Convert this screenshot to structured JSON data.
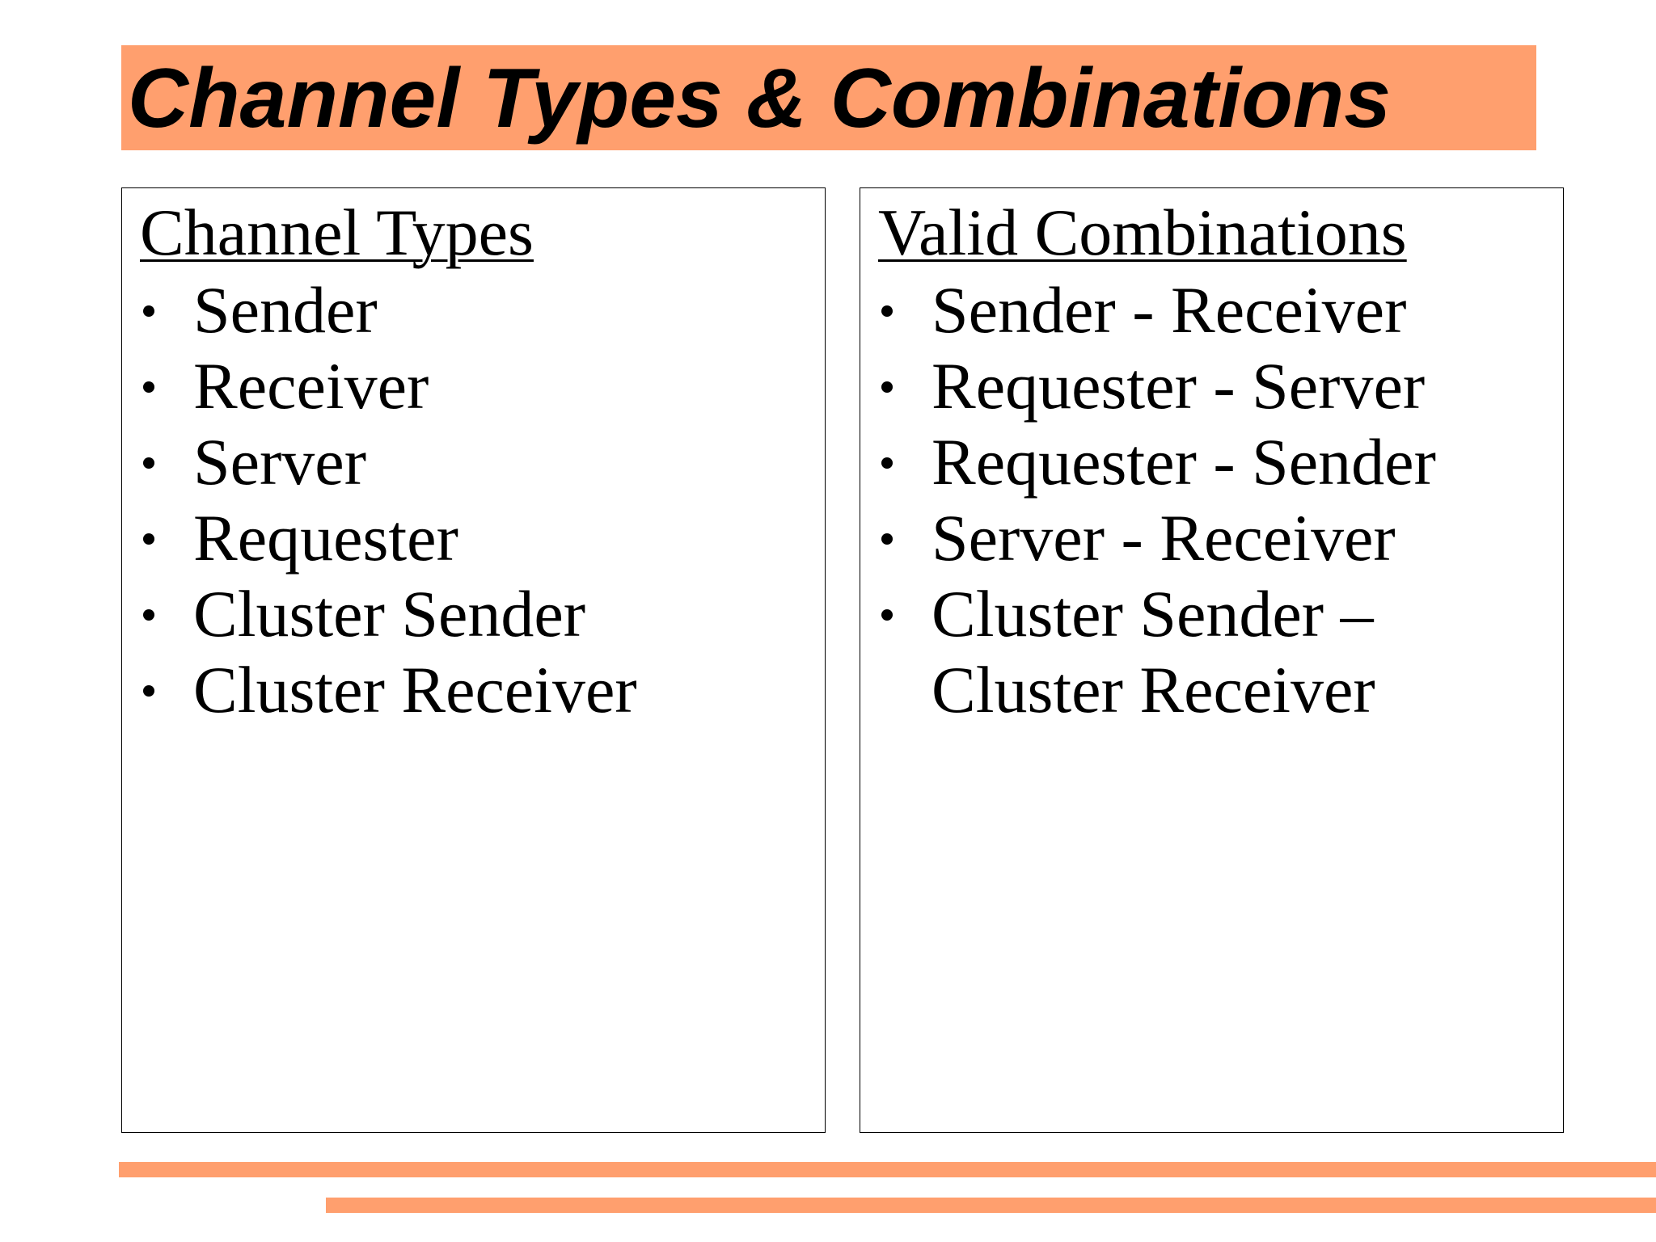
{
  "slide": {
    "title": "Channel Types & Combinations"
  },
  "left_panel": {
    "heading": "Channel Types",
    "items": [
      "Sender",
      "Receiver",
      "Server",
      "Requester",
      "Cluster Sender",
      "Cluster Receiver"
    ]
  },
  "right_panel": {
    "heading": "Valid Combinations",
    "items": [
      "Sender - Receiver",
      "Requester - Server",
      "Requester - Sender",
      "Server - Receiver",
      "Cluster Sender – Cluster Receiver"
    ]
  },
  "colors": {
    "accent": "#ff9f6e",
    "text": "#000000",
    "border": "#000000"
  },
  "icons": {
    "bullet": "filled-circle-bullet"
  }
}
